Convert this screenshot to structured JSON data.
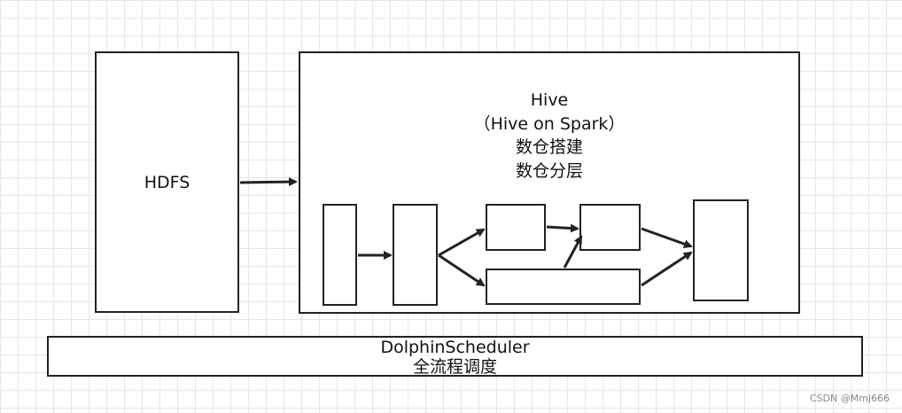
{
  "hdfs": {
    "label": "HDFS"
  },
  "hive": {
    "lines": [
      "Hive",
      "（Hive on Spark）",
      "数仓搭建",
      "数仓分层"
    ]
  },
  "scheduler": {
    "lines": [
      "DolphinScheduler",
      "全流程调度"
    ]
  },
  "watermark": "CSDN @Mmj666",
  "colors": {
    "stroke": "#222222",
    "grid": "#e6e6e6"
  }
}
